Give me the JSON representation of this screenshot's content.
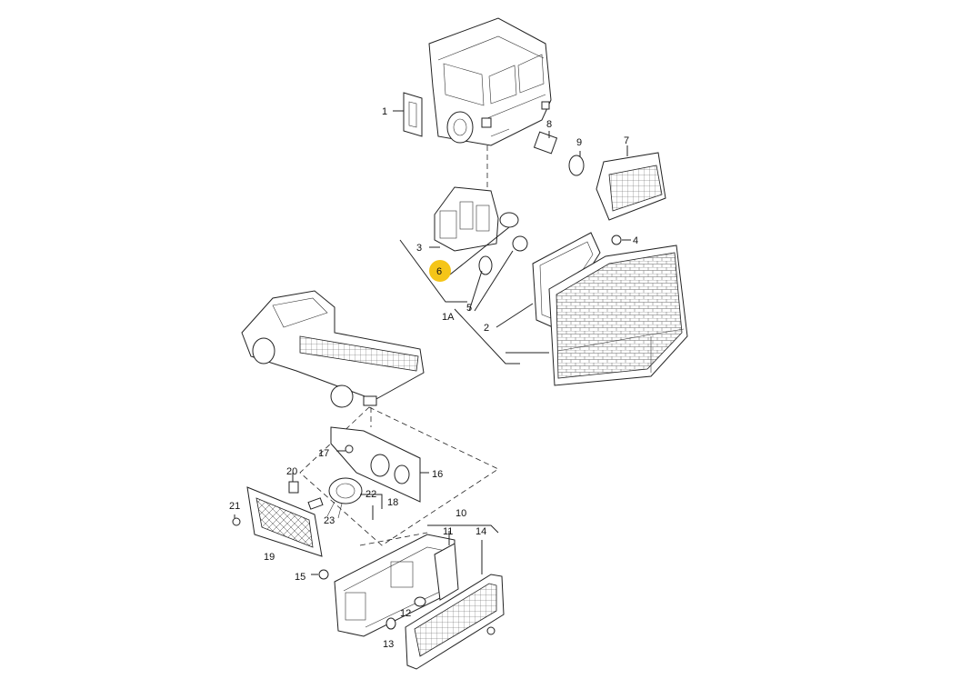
{
  "callouts": {
    "c1": "1",
    "c1A": "1A",
    "c2": "2",
    "c3": "3",
    "c4": "4",
    "c5": "5",
    "c6": "6",
    "c7": "7",
    "c8": "8",
    "c9": "9",
    "c10": "10",
    "c11": "11",
    "c12": "12",
    "c13": "13",
    "c14": "14",
    "c15": "15",
    "c16": "16",
    "c17": "17",
    "c18": "18",
    "c19": "19",
    "c20": "20",
    "c21": "21",
    "c22": "22",
    "c23": "23"
  },
  "highlight": {
    "callout": "6",
    "color": "#F5C518"
  }
}
